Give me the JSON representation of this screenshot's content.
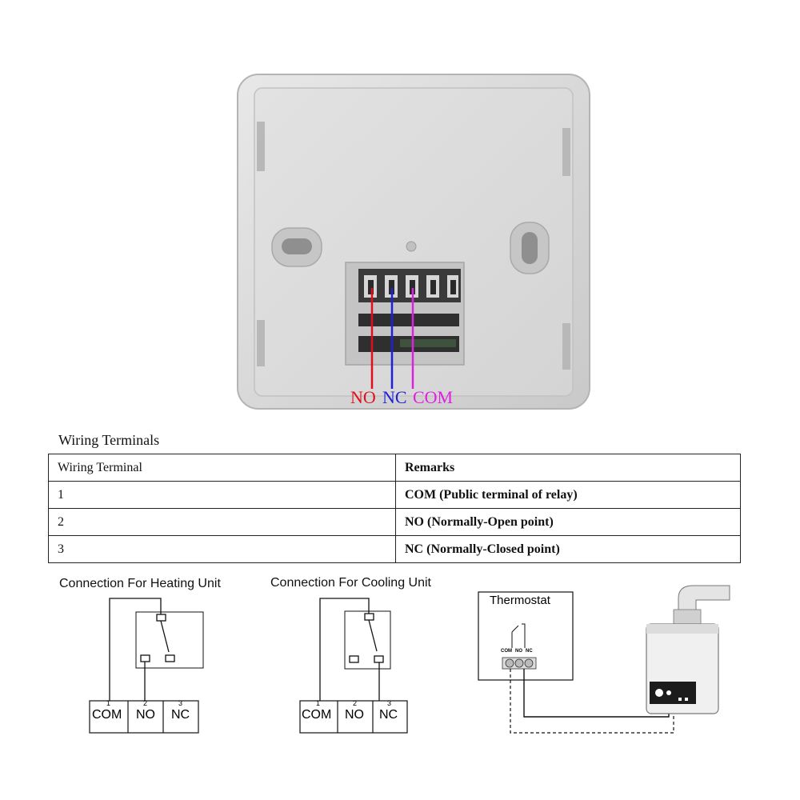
{
  "photo": {
    "terminal_labels": [
      {
        "text": "NO",
        "color": "#e0101a"
      },
      {
        "text": "NC",
        "color": "#2020d8"
      },
      {
        "text": "COM",
        "color": "#e020e0"
      }
    ]
  },
  "table": {
    "title": "Wiring Terminals",
    "headers": [
      "Wiring Terminal",
      "Remarks"
    ],
    "rows": [
      {
        "terminal": "1",
        "remark": "COM (Public terminal of relay)"
      },
      {
        "terminal": "2",
        "remark": "NO (Normally-Open point)"
      },
      {
        "terminal": "3",
        "remark": "NC (Normally-Closed point)"
      }
    ]
  },
  "heating": {
    "title": "Connection For Heating Unit",
    "terminals": [
      {
        "num": "1",
        "label": "COM"
      },
      {
        "num": "2",
        "label": "NO"
      },
      {
        "num": "3",
        "label": "NC"
      }
    ]
  },
  "cooling": {
    "title": "Connection For Cooling Unit",
    "terminals": [
      {
        "num": "1",
        "label": "COM"
      },
      {
        "num": "2",
        "label": "NO"
      },
      {
        "num": "3",
        "label": "NC"
      }
    ]
  },
  "system": {
    "thermostat_label": "Thermostat",
    "mini_terminals": [
      "COM",
      "NO",
      "NC"
    ]
  }
}
